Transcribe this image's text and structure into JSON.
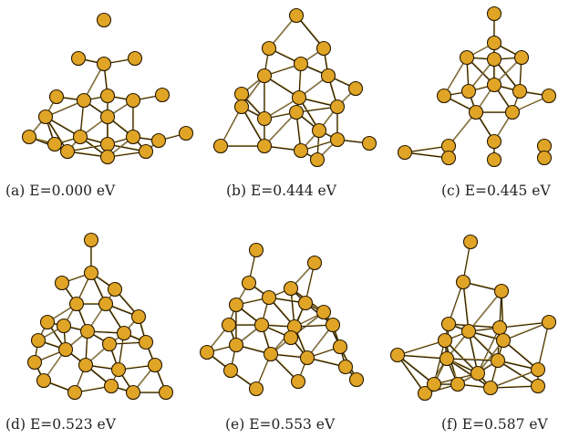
{
  "colors": {
    "atom": "#e0a526",
    "atom_stroke": "#2a1a00",
    "bond": "#2a2008",
    "background": "#ffffff"
  },
  "panels": [
    {
      "id": "a",
      "caption": "(a) E=0.000 eV"
    },
    {
      "id": "b",
      "caption": "(b) E=0.444 eV"
    },
    {
      "id": "c",
      "caption": "(c) E=0.445 eV"
    },
    {
      "id": "d",
      "caption": "(d) E=0.523 eV"
    },
    {
      "id": "e",
      "caption": "(e) E=0.553 eV"
    },
    {
      "id": "f",
      "caption": "(f) E=0.587 eV"
    }
  ]
}
